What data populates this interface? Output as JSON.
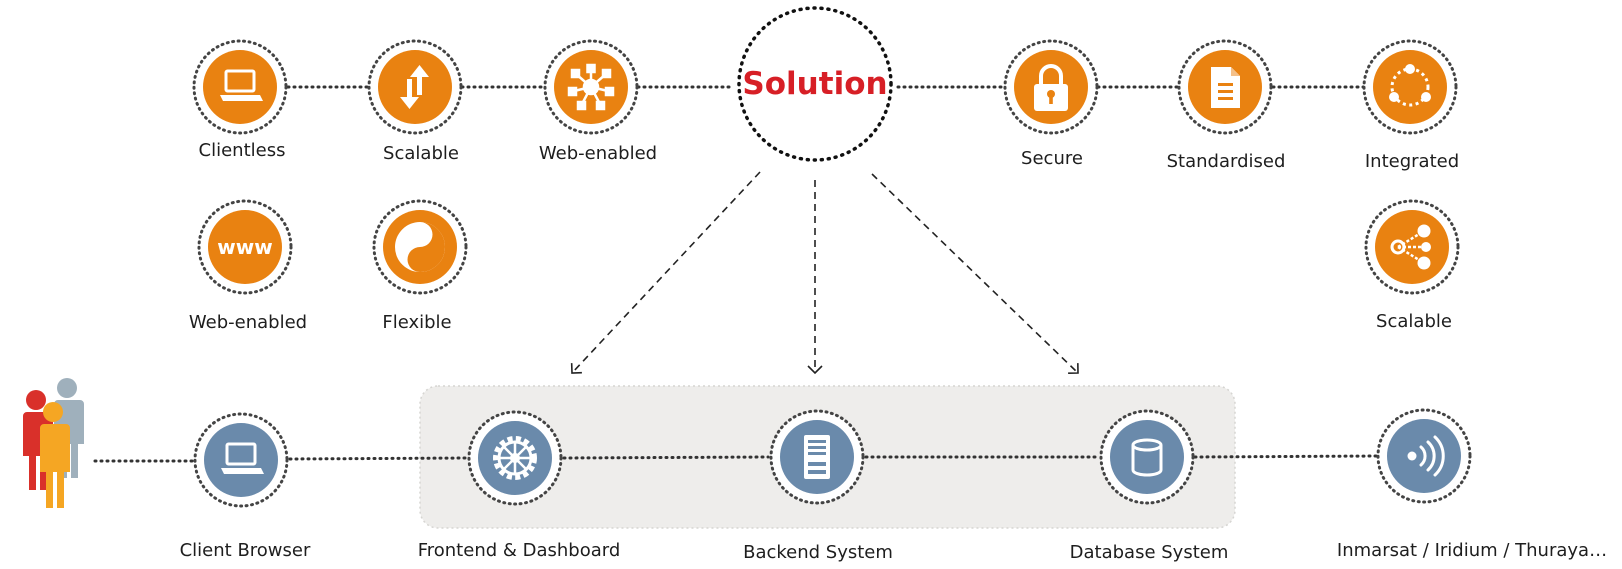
{
  "hub": {
    "label": "Solution"
  },
  "features_left": [
    {
      "label": "Clientless",
      "icon": "laptop-icon"
    },
    {
      "label": "Scalable",
      "icon": "up-down-arrows-icon"
    },
    {
      "label": "Web-enabled",
      "icon": "network-hub-icon"
    },
    {
      "label": "Web-enabled",
      "icon": "www-icon"
    },
    {
      "label": "Flexible",
      "icon": "swirl-icon"
    }
  ],
  "features_right": [
    {
      "label": "Secure",
      "icon": "padlock-icon"
    },
    {
      "label": "Standardised",
      "icon": "document-icon"
    },
    {
      "label": "Integrated",
      "icon": "circular-arrows-icon"
    },
    {
      "label": "Scalable",
      "icon": "share-nodes-icon"
    }
  ],
  "pipeline": [
    {
      "label": "Client Browser",
      "icon": "laptop-icon"
    },
    {
      "label": "Frontend & Dashboard",
      "icon": "gear-icon"
    },
    {
      "label": "Backend System",
      "icon": "server-icon"
    },
    {
      "label": "Database System",
      "icon": "database-icon"
    },
    {
      "label": "Inmarsat / Iridium / Thuraya…",
      "icon": "wireless-signal-icon"
    }
  ],
  "colors": {
    "feature_fill": "#e98211",
    "pipeline_fill": "#6a8aab",
    "hub_text": "#d71f26",
    "platform_bg": "#eeedeb",
    "users": [
      "#d9302a",
      "#f5a623",
      "#9fb0bc"
    ]
  }
}
